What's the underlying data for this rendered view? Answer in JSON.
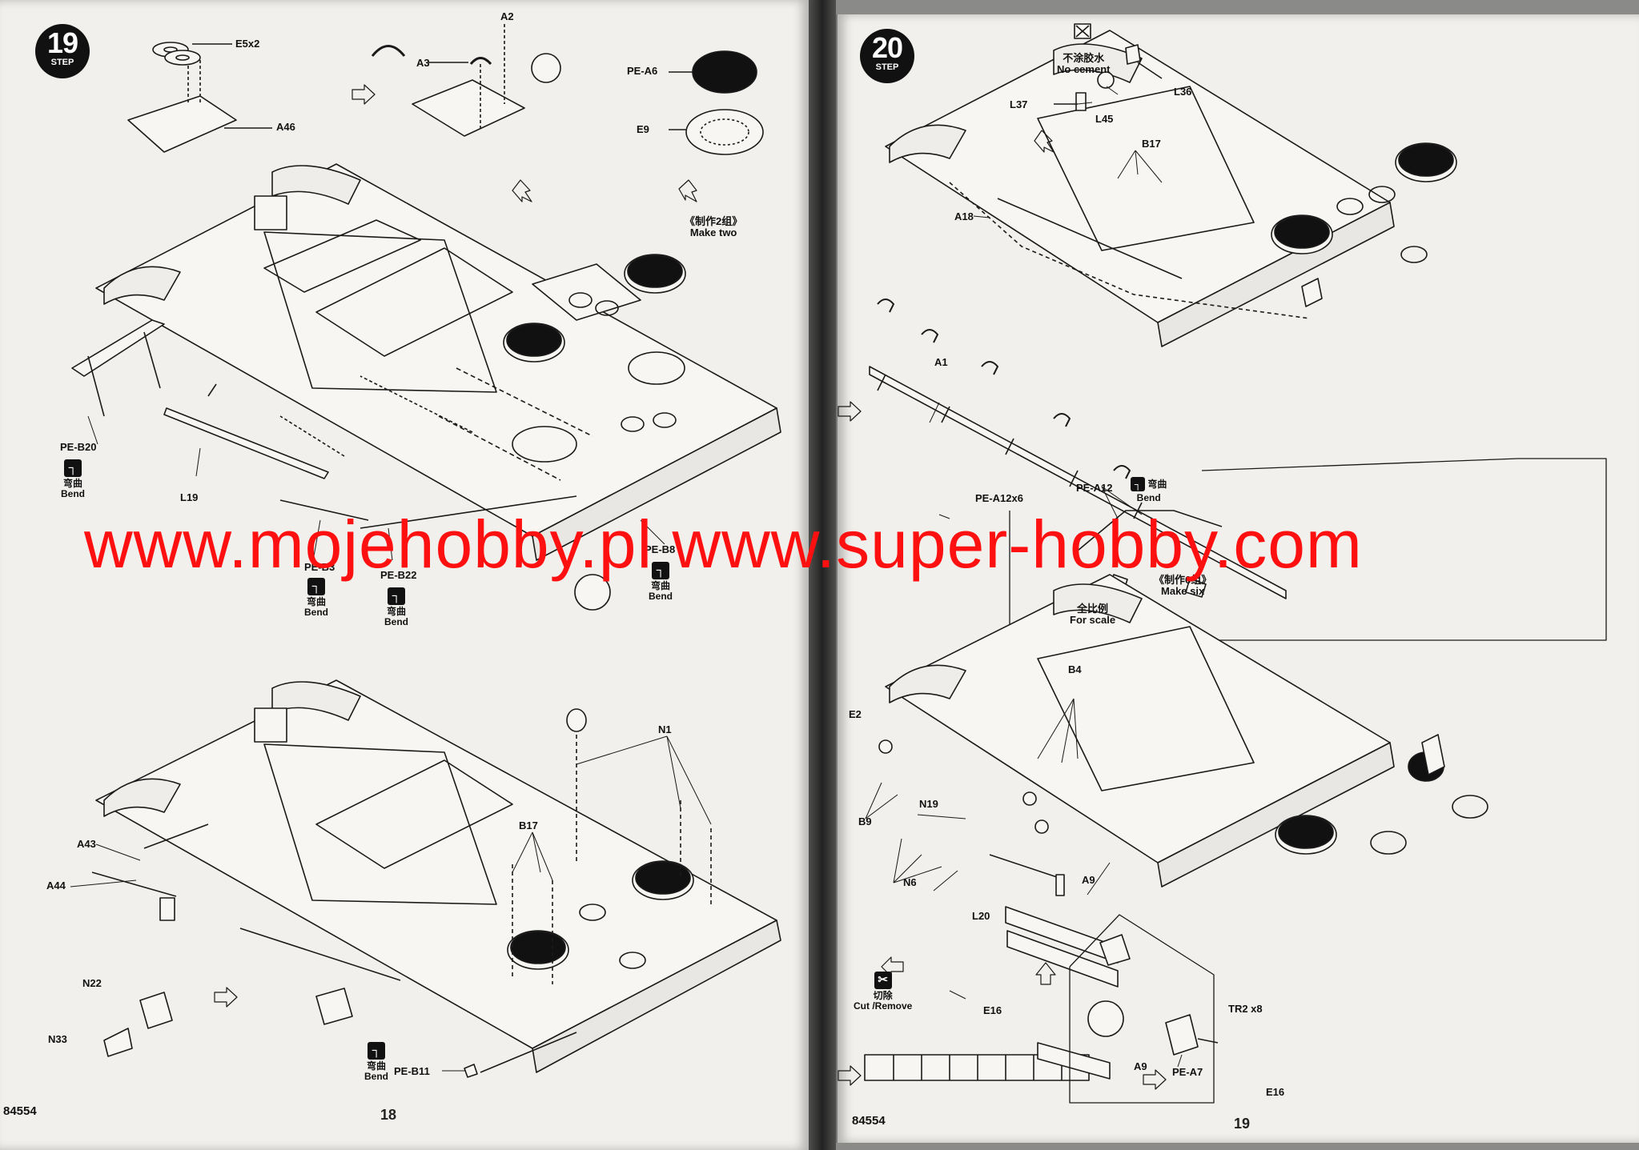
{
  "left_page": {
    "step": {
      "number": "19",
      "word": "STEP"
    },
    "labels": {
      "e5x2": "E5x2",
      "a46": "A46",
      "a2": "A2",
      "a3": "A3",
      "pe_a6": "PE-A6",
      "e9": "E9",
      "make_two_cn": "《制作2组》",
      "make_two_en": "Make two",
      "pe_b20": "PE-B20",
      "l19": "L19",
      "pe_b3": "PE-B3",
      "pe_b22": "PE-B22",
      "pe_b8": "PE-B8",
      "n1": "N1",
      "b17": "B17",
      "a43": "A43",
      "a44": "A44",
      "n22": "N22",
      "n33": "N33",
      "pe_b11": "PE-B11"
    },
    "bend": {
      "cn": "弯曲",
      "en": "Bend"
    },
    "page_number": "18",
    "doc_number": "84554"
  },
  "right_page": {
    "step": {
      "number": "20",
      "word": "STEP"
    },
    "labels": {
      "no_cement_cn": "不涂胶水",
      "no_cement_en": "No cement",
      "l36": "L36",
      "l37": "L37",
      "l45": "L45",
      "b17": "B17",
      "a18": "A18",
      "a1": "A1",
      "pe_a12x6": "PE-A12x6",
      "pe_a12": "PE-A12",
      "make_six_cn": "《制作6组》",
      "make_six_en": "Make six",
      "full_scale_cn": "全比例",
      "full_scale_en": "For scale",
      "e2": "E2",
      "b4": "B4",
      "b9": "B9",
      "n19": "N19",
      "n6": "N6",
      "l20": "L20",
      "a9": "A9",
      "a9_inset": "A9",
      "pe_a7": "PE-A7",
      "cut_remove_cn": "切除",
      "cut_remove_en": "Cut /Remove",
      "e16_left": "E16",
      "tr2x8": "TR2 x8",
      "e16_right": "E16"
    },
    "bend": {
      "cn": "弯曲",
      "en": "Bend"
    },
    "page_number": "19",
    "doc_number": "84554"
  },
  "watermark": "www.mojehobby.pl www.super-hobby.com",
  "colors": {
    "paper": "#f1f0ec",
    "ink": "#1a1a1a",
    "watermark": "#ff1010",
    "background": "#8a8a88"
  }
}
